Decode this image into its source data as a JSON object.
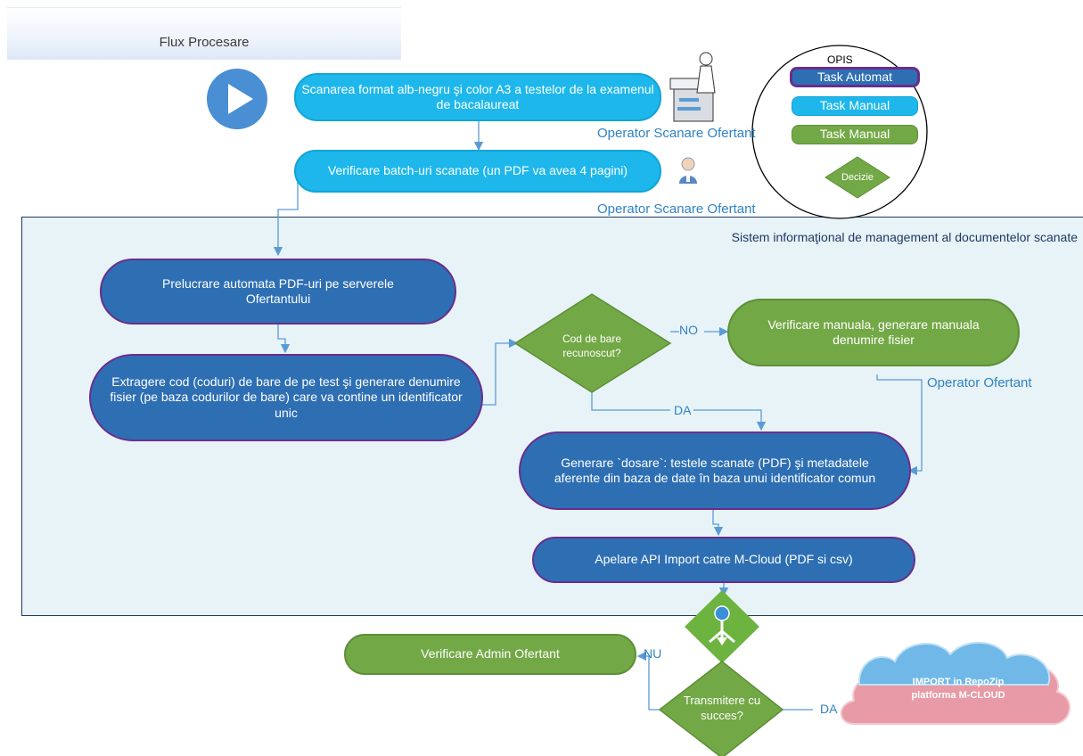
{
  "header": {
    "title": "Flux Procesare"
  },
  "system": {
    "title": "Sistem informaţional de management al documentelor scanate"
  },
  "steps": {
    "scan": "Scanarea format alb-negru şi color A3 a testelor de la examenul de bacalaureat",
    "verify_batch": "Verificare batch-uri scanate (un PDF va avea 4 pagini)",
    "process_pdf": "Prelucrare automata PDF-uri pe serverele Ofertantului",
    "extract": "Extragere cod (coduri) de bare de pe test şi generare denumire fisier (pe baza codurilor de bare)  care va contine un identificator unic",
    "manual_verify": "Verificare manuala, generare manuala denumire fisier",
    "generate_dossier": "Generare `dosare`: testele scanate (PDF) şi metadatele aferente din baza de date în baza unui identificator comun",
    "api_import": "Apelare API Import catre M-Cloud (PDF si csv)",
    "admin_verify": "Verificare Admin Ofertant"
  },
  "decisions": {
    "barcode": "Cod de bare recunoscut?",
    "transmit": "Transmitere cu succes?"
  },
  "branch_labels": {
    "no": "NO",
    "da1": "DA",
    "nu": "NU",
    "da2": "DA"
  },
  "actors": {
    "scan_operator": "Operator Scanare Ofertant",
    "verify_operator": "Operator Scanare Ofertant",
    "manual_operator": "Operator Ofertant"
  },
  "legend": {
    "title": "OPIS",
    "auto": "Task Automat",
    "manual1": "Task Manual",
    "manual2": "Task Manual",
    "decision": "Decizie"
  },
  "cloud": {
    "text": "IMPORT in RepoZip platforma M-CLOUD"
  },
  "colors": {
    "cyan": "#1eb7eb",
    "blue": "#2e6fb3",
    "purple_border": "#6a2d8e",
    "green": "#73a846",
    "panel": "#e8f3f7",
    "connector": "#5b9bd5"
  }
}
